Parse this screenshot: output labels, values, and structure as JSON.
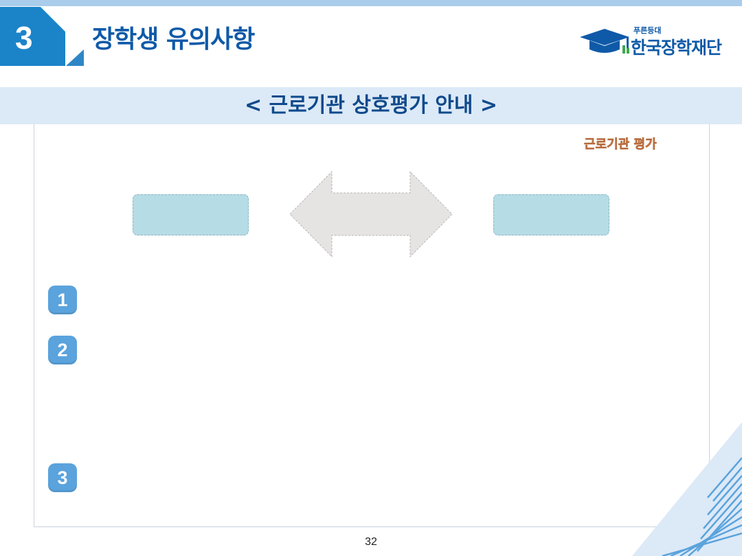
{
  "header": {
    "section_number": "3",
    "title": "장학생 유의사항"
  },
  "logo": {
    "tagline": "푸른등대",
    "name": "한국장학재단",
    "mark": "graduation-cap-icon"
  },
  "subtitle": "< 근로기관 상호평가 안내 >",
  "diagram": {
    "eval_label": "근로기관 평가",
    "left_box_label": "",
    "right_box_label": "",
    "arrow": "double-arrow-icon"
  },
  "items": [
    {
      "number": "1",
      "text": ""
    },
    {
      "number": "2",
      "text": ""
    },
    {
      "number": "3",
      "text": ""
    }
  ],
  "footer": {
    "page_number": "32"
  },
  "colors": {
    "brand_blue": "#1b84c9",
    "title_blue": "#0f5aa8",
    "subtitle_band": "#dce9f7",
    "party_box": "#b6dce6",
    "arrow_fill": "#e6e3e3",
    "badge_blue": "#5aa3dd",
    "eval_label": "#f3c7a4"
  }
}
